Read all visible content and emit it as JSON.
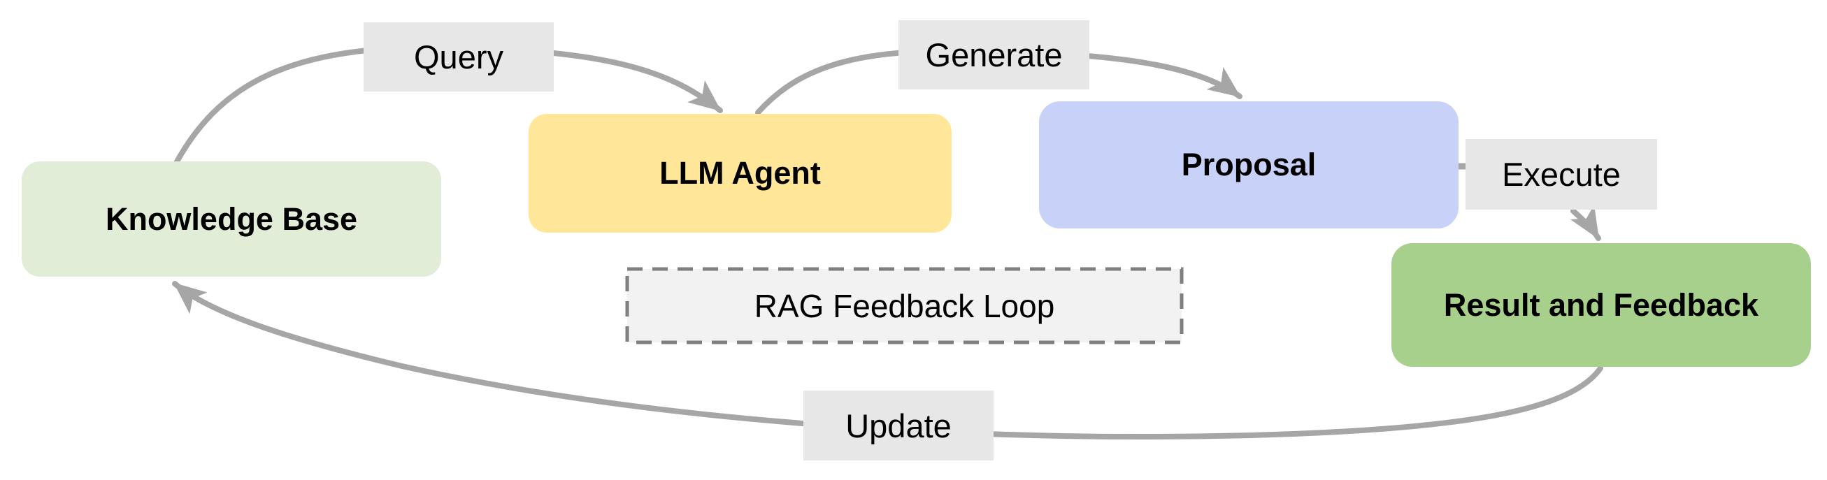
{
  "diagram": {
    "type": "flow-cycle",
    "nodes": {
      "knowledge_base": {
        "label": "Knowledge Base",
        "fill": "#E2EDD8"
      },
      "llm_agent": {
        "label": "LLM Agent",
        "fill": "#FFE699"
      },
      "proposal": {
        "label": "Proposal",
        "fill": "#C8D2F9"
      },
      "result_feedback": {
        "label": "Result and Feedback",
        "fill": "#A8D08D"
      }
    },
    "edges": {
      "query": {
        "label": "Query",
        "from": "Knowledge Base",
        "to": "LLM Agent"
      },
      "generate": {
        "label": "Generate",
        "from": "LLM Agent",
        "to": "Proposal"
      },
      "execute": {
        "label": "Execute",
        "from": "Proposal",
        "to": "Result and Feedback"
      },
      "update": {
        "label": "Update",
        "from": "Result and Feedback",
        "to": "Knowledge Base"
      }
    },
    "loop": {
      "label": "RAG Feedback Loop"
    },
    "colors": {
      "edge_stroke": "#A6A6A6",
      "edge_label_bg": "#E7E7E7",
      "loop_fill": "#F2F2F2",
      "loop_border": "#7F7F7F",
      "text": "#000000",
      "background": "#FFFFFF"
    }
  }
}
